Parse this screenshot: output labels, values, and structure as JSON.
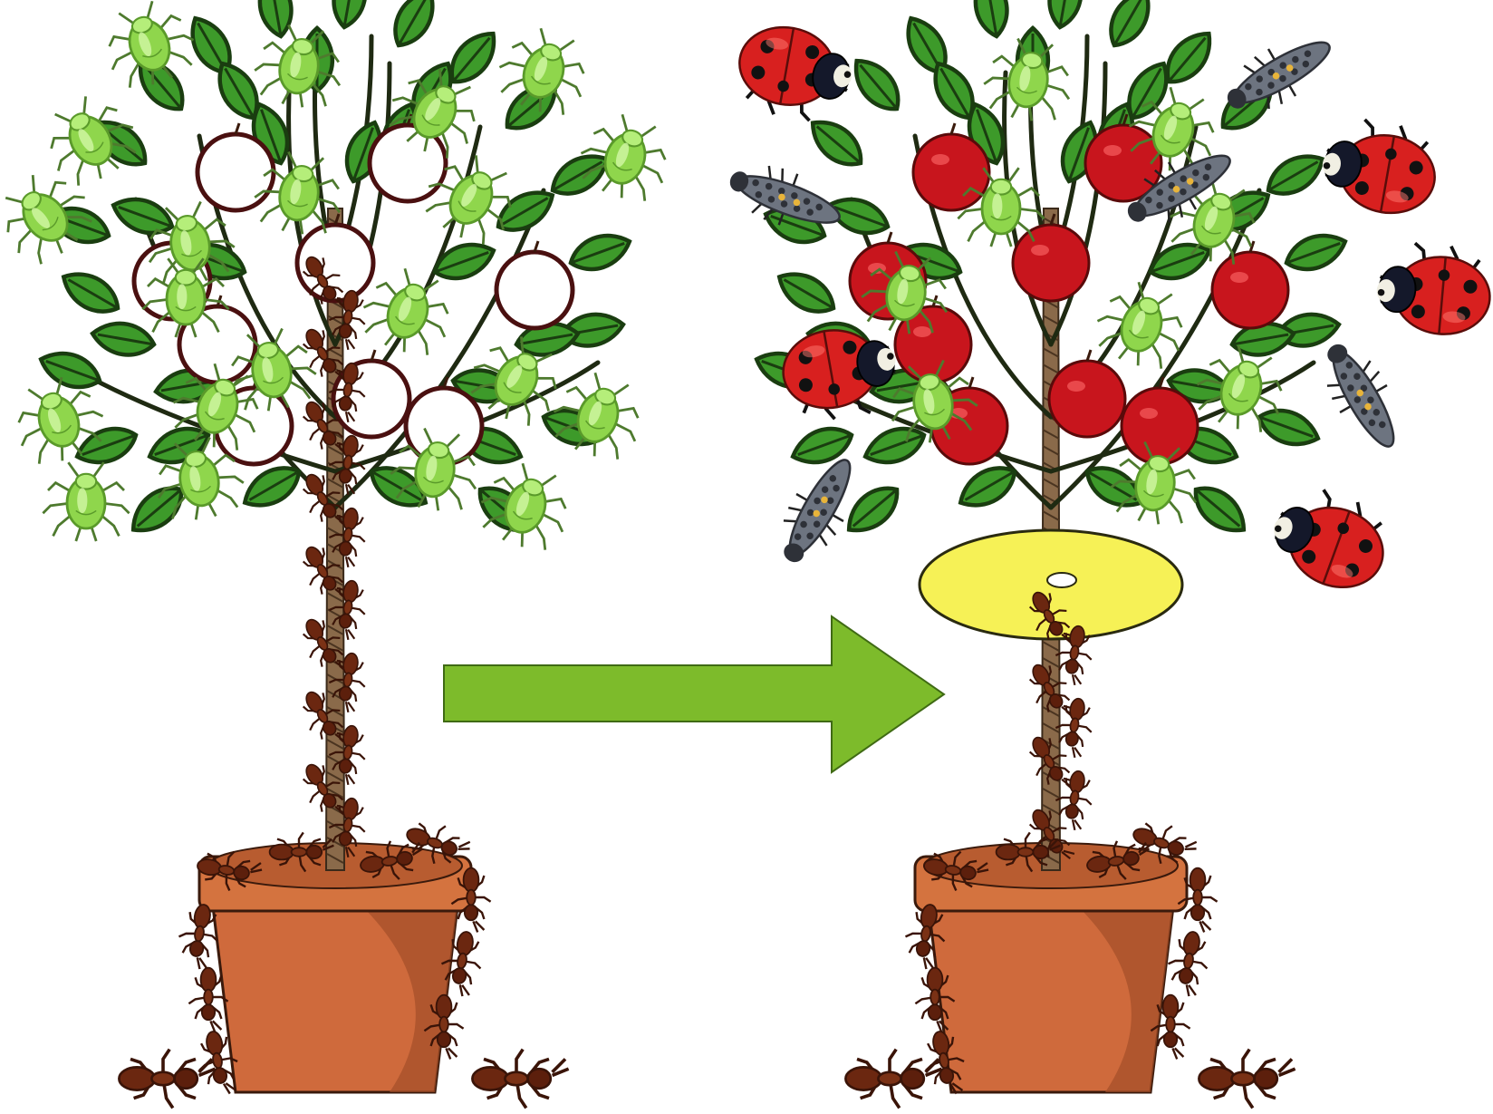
{
  "diagram": {
    "panels": [
      {
        "id": "before",
        "description_hidden": true,
        "tree": {
          "fruit": "unripe-outline",
          "fruit_color": "#ffffff"
        },
        "aptids": "many",
        "ants": "climbing-full-trunk",
        "ladybugs": 0,
        "larvae": 0,
        "barrier": false
      },
      {
        "id": "after",
        "description_hidden": true,
        "tree": {
          "fruit": "ripe",
          "fruit_color": "#c8151d"
        },
        "aphids": "few",
        "ants": "below-barrier",
        "ladybugs": 5,
        "larvae": 5,
        "barrier": true,
        "barrier_color": "#f6f156"
      }
    ],
    "arrow": {
      "direction": "right",
      "color": "#7dbb2b"
    },
    "colors": {
      "leaf": "#3d9a2a",
      "leaf_dark": "#1f4d14",
      "aphid": "#9de05c",
      "ant": "#6b2710",
      "pot": "#cf6a3c",
      "pot_dark": "#a24e28",
      "ladybug": "#d8201f",
      "larva": "#6d7480",
      "trunk": "#8a6a4a"
    }
  }
}
